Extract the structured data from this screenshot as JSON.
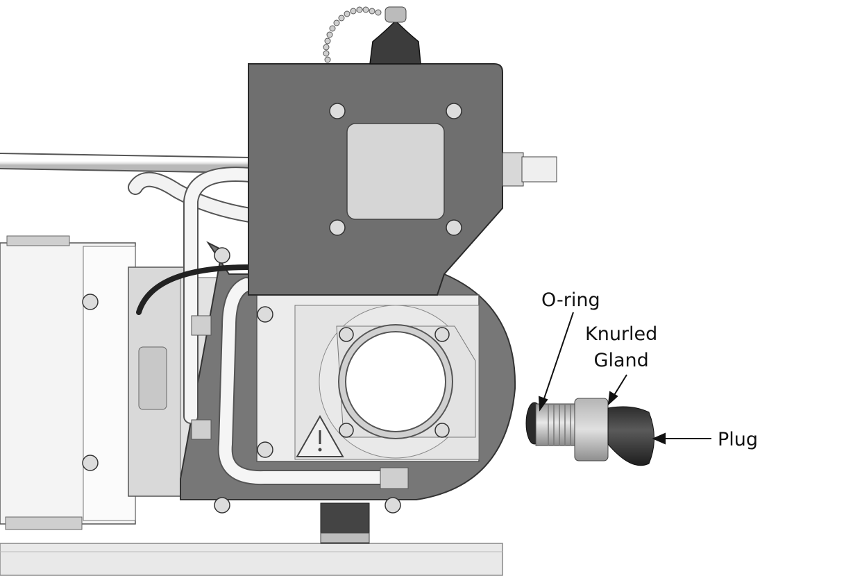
{
  "labels": {
    "o_ring": "O-ring",
    "knurled_line1": "Knurled",
    "knurled_line2": "Gland",
    "plug": "Plug"
  },
  "colors": {
    "housing_dark": "#6e6e6e",
    "body_light": "#e8e8e8",
    "plug_black": "#3a3a3a",
    "outline": "#2a2a2a"
  }
}
